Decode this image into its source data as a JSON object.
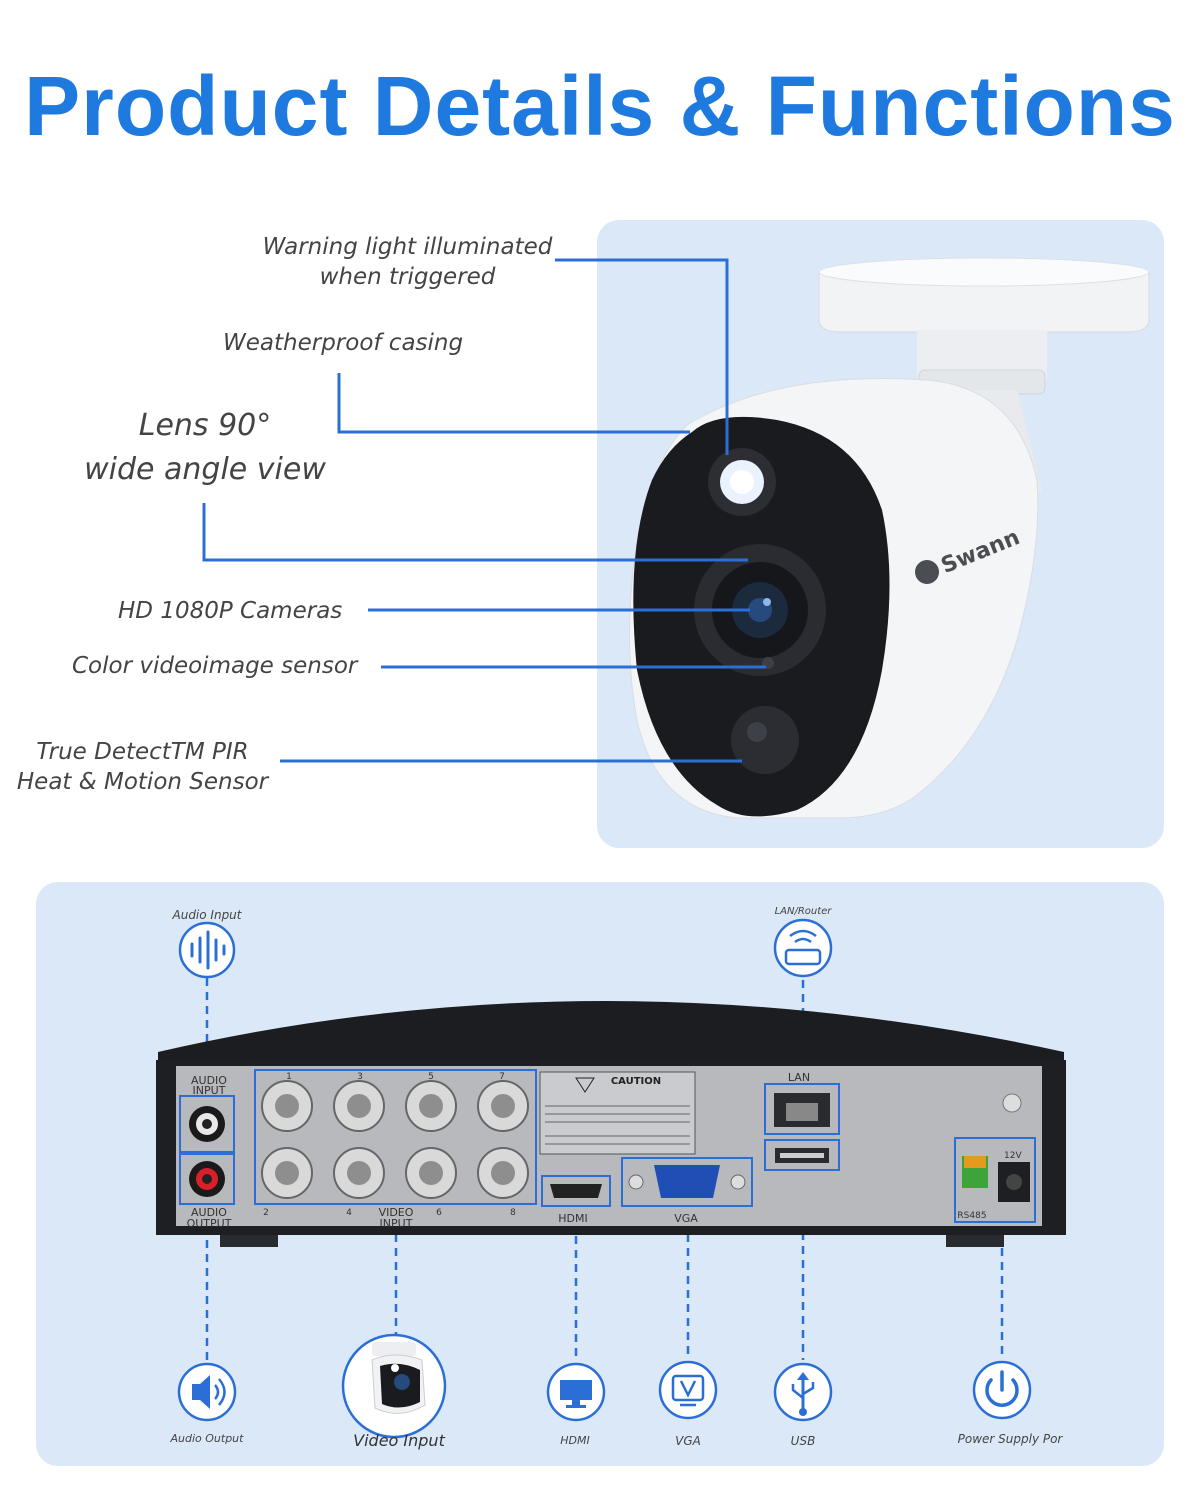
{
  "title": "Product Details & Functions",
  "camera": {
    "brand": "Swann",
    "callouts": {
      "warning_light_line1": "Warning light illuminated",
      "warning_light_line2": "when triggered",
      "weatherproof": "Weatherproof casing",
      "lens_line1": "Lens 90°",
      "lens_line2": "wide angle view",
      "hd": "HD 1080P Cameras",
      "sensor": "Color videoimage sensor",
      "pir_line1": "True DetectTM PIR",
      "pir_line2": "Heat & Motion Sensor"
    }
  },
  "dvr": {
    "top_labels": {
      "audio_input": "Audio Input",
      "lan_router": "LAN/Router"
    },
    "bottom_labels": {
      "audio_output": "Audio Output",
      "video_input": "Video Input",
      "hdmi": "HDMI",
      "vga": "VGA",
      "usb": "USB",
      "power": "Power Supply Por"
    },
    "panel_text": {
      "audio_in_1": "AUDIO",
      "audio_in_2": "INPUT",
      "audio_out_1": "AUDIO",
      "audio_out_2": "OUTPUT",
      "video_1": "VIDEO",
      "video_2": "INPUT",
      "hdmi": "HDMI",
      "vga": "VGA",
      "lan": "LAN",
      "rs485": "RS485",
      "volt": "12V",
      "caution": "CAUTION",
      "ch1": "1",
      "ch2": "2",
      "ch3": "3",
      "ch4": "4",
      "ch5": "5",
      "ch6": "6",
      "ch7": "7",
      "ch8": "8"
    }
  },
  "colors": {
    "accent": "#1f7ae0",
    "panel": "#dbe8f7",
    "line": "#2b6fd6"
  }
}
